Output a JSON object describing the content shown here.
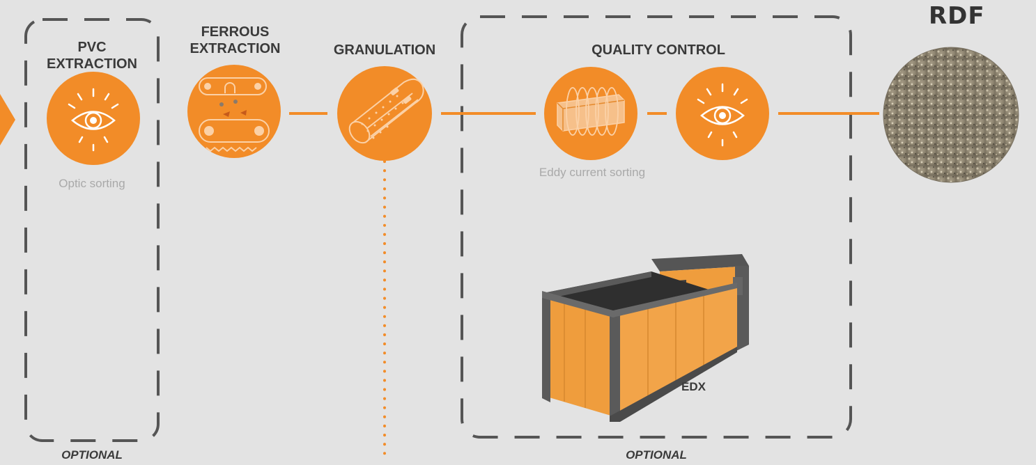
{
  "stages": {
    "pvc": {
      "title_line1": "PVC",
      "title_line2": "EXTRACTION",
      "caption": "Optic sorting",
      "optional": "OPTIONAL"
    },
    "ferrous": {
      "title_line1": "FERROUS",
      "title_line2": "EXTRACTION"
    },
    "granulation": {
      "title": "GRANULATION"
    },
    "quality": {
      "title": "QUALITY CONTROL",
      "caption": "Eddy current sorting",
      "machine_label": "EDX",
      "optional": "OPTIONAL"
    }
  },
  "output": {
    "label": "RDF"
  },
  "icons": {
    "arrow": "play-arrow-icon",
    "pvc": "eye-icon",
    "ferrous": "magnetic-separator-icon",
    "granulation": "granulator-drum-icon",
    "eddy": "eddy-current-coil-icon",
    "quality_eye": "eye-icon",
    "rdf": "rdf-material-photo"
  },
  "colors": {
    "accent": "#f28c28",
    "background": "#e3e3e3",
    "dashes": "#555555",
    "text": "#3a3a3a",
    "caption": "#a9a9a9"
  }
}
